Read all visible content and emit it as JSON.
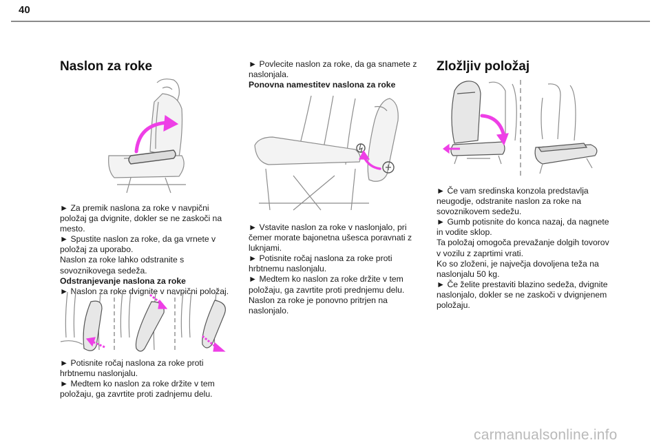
{
  "page": {
    "number": "40"
  },
  "colors": {
    "accent": "#ee3fe6",
    "line": "#8c8c8c",
    "seat_fill": "#e7e7e7",
    "rule": "#8a8a8a"
  },
  "left_column": {
    "title": "Naslon za roke",
    "block1": {
      "p1": "► Za premik naslona za roke v navpični položaj ga dvignite, dokler se ne zaskoči na mesto.",
      "p2": "► Spustite naslon za roke, da ga vrnete v položaj za uporabo.",
      "p3": "Naslon za roke lahko odstranite s sovoznikovega sedeža.",
      "p4_bold": "Odstranjevanje naslona za roke",
      "p5": "► Naslon za roke dvignite v navpični položaj."
    },
    "block2": {
      "p1": "► Potisnite ročaj naslona za roke proti hrbtnemu naslonjalu.",
      "p2": "► Medtem ko naslon za roke držite v tem položaju, ga zavrtite proti zadnjemu delu."
    }
  },
  "middle_column": {
    "block1": {
      "p1": "► Povlecite naslon za roke, da ga snamete z naslonjala.",
      "p2_bold": "Ponovna namestitev naslona za roke"
    },
    "block2": {
      "p1": "► Vstavite naslon za roke v naslonjalo, pri čemer morate bajonetna ušesca poravnati z luknjami.",
      "p2": "► Potisnite ročaj naslona za roke proti hrbtnemu naslonjalu.",
      "p3": "► Medtem ko naslon za roke držite v tem položaju, ga zavrtite proti prednjemu delu.",
      "p4": "Naslon za roke je ponovno pritrjen na naslonjalo."
    }
  },
  "right_column": {
    "title": "Zložljiv položaj",
    "block1": {
      "p1": "► Če vam sredinska konzola predstavlja neugodje, odstranite naslon za roke na sovoznikovem sedežu.",
      "p2": "► Gumb potisnite do konca nazaj, da nagnete in vodite sklop.",
      "p3": "Ta položaj omogoča prevažanje dolgih tovorov v vozilu z zaprtimi vrati.",
      "p4": "Ko so zloženi, je največja dovoljena teža na naslonjalu 50 kg.",
      "p5": "► Če želite prestaviti blazino sedeža, dvignite naslonjalo, dokler se ne zaskoči v dvignjenem položaju."
    }
  },
  "watermark": {
    "text": "carmanualsonline.info"
  }
}
